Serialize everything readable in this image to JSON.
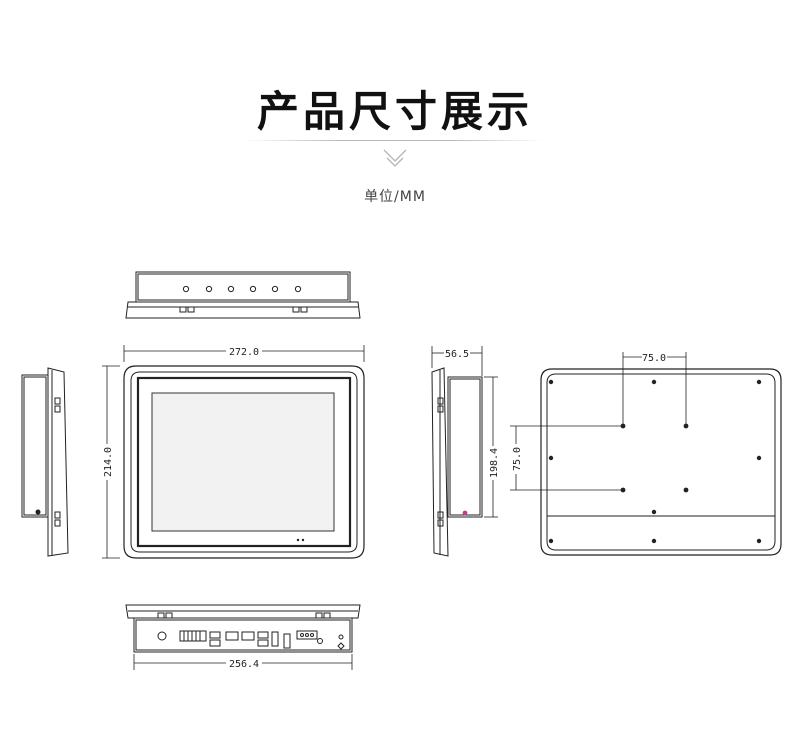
{
  "header": {
    "title": "产品尺寸展示",
    "unit": "单位/MM"
  },
  "dimensions": {
    "front_width": "272.0",
    "front_height": "214.0",
    "depth": "56.5",
    "side_height": "198.4",
    "vesa_horizontal": "75.0",
    "vesa_vertical": "75.0",
    "bottom_width": "256.4"
  },
  "colors": {
    "line": "#222222",
    "screen": "#f2f2f2",
    "accent_dot": "#c03c8c"
  }
}
